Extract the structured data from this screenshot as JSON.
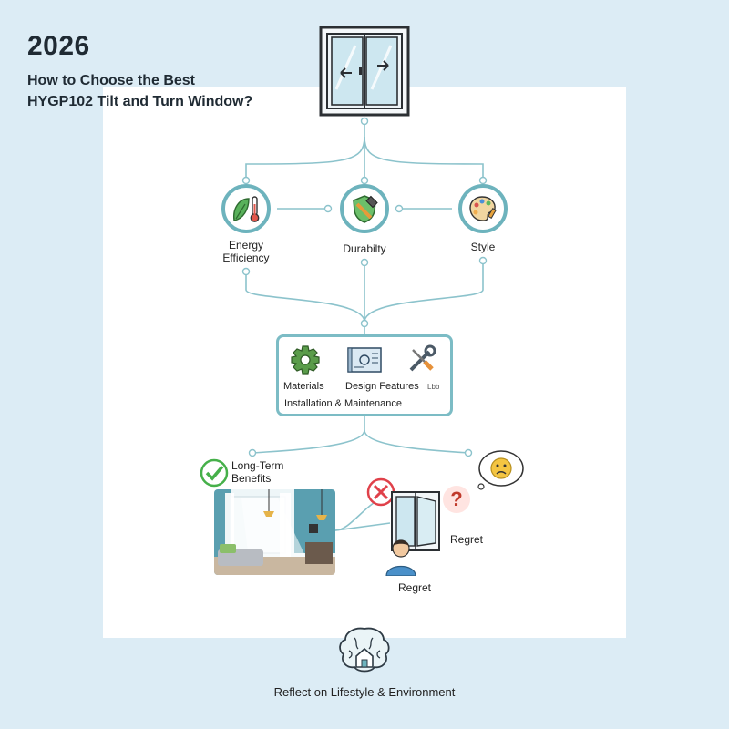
{
  "header": {
    "year": "2026",
    "title_line1": "How to Choose the Best",
    "title_line2": "HYGP102 Tilt and Turn Window?"
  },
  "factors": {
    "energy_line1": "Energy",
    "energy_line2": "Efficiency",
    "durability": "Durabilty",
    "style": "Style"
  },
  "details": {
    "materials": "Materials",
    "design_features": "Design Features",
    "design_suffix": "Lbb",
    "installation": "Installation & Maintenance"
  },
  "outcomes": {
    "benefits_line1": "Long-Term",
    "benefits_line2": "Benefits",
    "question_mark": "?",
    "regret_1": "Regret",
    "regret_2": "Regret"
  },
  "footer": {
    "text": "Reflect on Lifestyle & Environment"
  },
  "colors": {
    "accent": "#6db3bd",
    "positive": "#46b04a",
    "negative": "#e0414a",
    "question": "#c0392b"
  }
}
